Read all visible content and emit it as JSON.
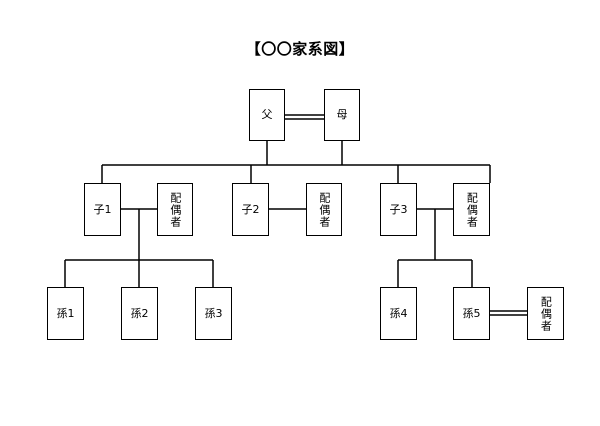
{
  "title": "【〇〇家系図】",
  "people": {
    "father": "父",
    "mother": "母",
    "child1": "子1",
    "child1_spouse": "配偶者",
    "child2": "子2",
    "child2_spouse": "配偶者",
    "child3": "子3",
    "child3_spouse": "配偶者",
    "grandchild1": "孫1",
    "grandchild2": "孫2",
    "grandchild3": "孫3",
    "grandchild4": "孫4",
    "grandchild5": "孫5",
    "grandchild5_spouse": "配偶者"
  }
}
